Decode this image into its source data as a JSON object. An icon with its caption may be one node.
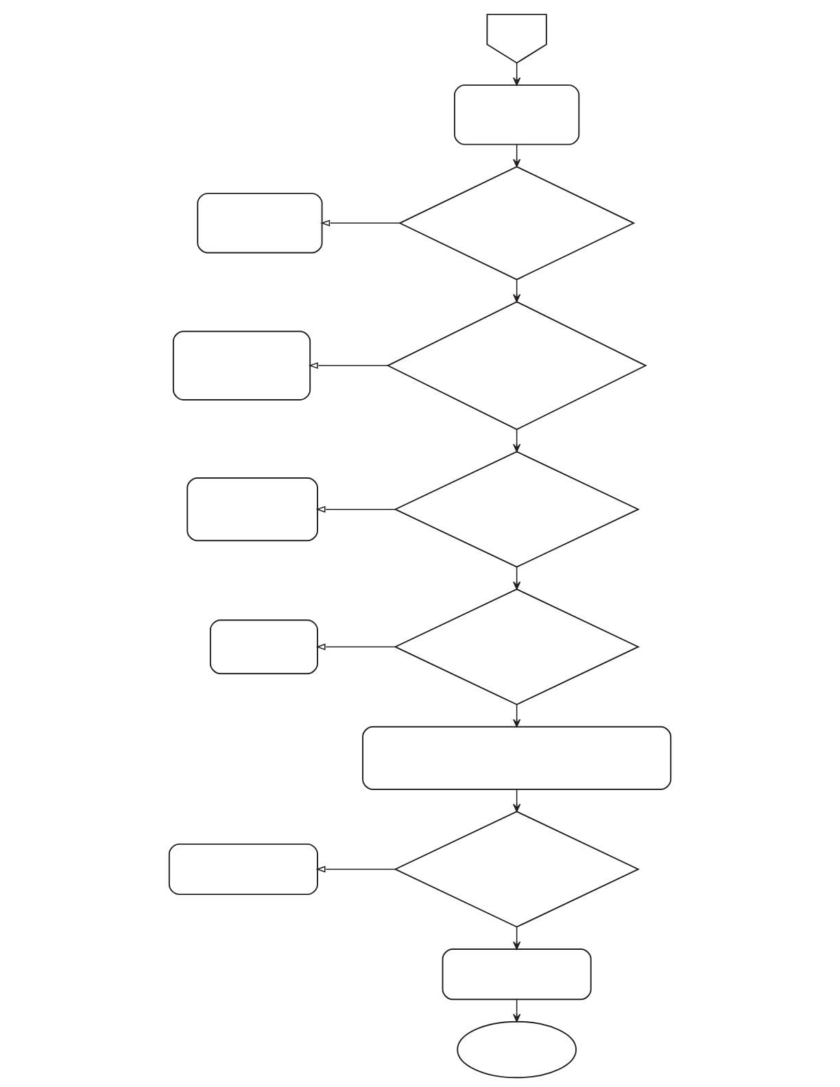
{
  "diagram": {
    "nodes": [
      {
        "text": [],
        "shape": "pentagon"
      },
      {
        "text": [],
        "shape": "box"
      },
      {
        "text": [],
        "shape": "diamond"
      },
      {
        "text": [],
        "shape": "box"
      },
      {
        "text": [],
        "shape": "diamond"
      },
      {
        "text": [],
        "shape": "box"
      },
      {
        "text": [],
        "shape": "diamond"
      },
      {
        "text": [],
        "shape": "box"
      },
      {
        "text": [],
        "shape": "diamond"
      },
      {
        "text": [],
        "shape": "box"
      },
      {
        "text": [],
        "shape": "box"
      },
      {
        "text": [],
        "shape": "diamond"
      },
      {
        "text": [],
        "shape": "box"
      },
      {
        "text": [],
        "shape": "box"
      },
      {
        "text": [],
        "shape": "oval"
      }
    ],
    "edges": [
      {
        "from": 0,
        "to": 1,
        "arrow": "to"
      },
      {
        "from": 1,
        "to": 2,
        "arrow": "to"
      },
      {
        "from": 2,
        "to": 3,
        "arrow": "to"
      },
      {
        "from": 2,
        "to": 4,
        "arrow": "to"
      },
      {
        "from": 4,
        "to": 5,
        "arrow": "to"
      },
      {
        "from": 4,
        "to": 6,
        "arrow": "to"
      },
      {
        "from": 6,
        "to": 7,
        "arrow": "to"
      },
      {
        "from": 6,
        "to": 8,
        "arrow": "to"
      },
      {
        "from": 8,
        "to": 9,
        "arrow": "to"
      },
      {
        "from": 8,
        "to": 10,
        "arrow": "to"
      },
      {
        "from": 10,
        "to": 11,
        "arrow": "to"
      },
      {
        "from": 11,
        "to": 12,
        "arrow": "to"
      },
      {
        "from": 11,
        "to": 13,
        "arrow": "to"
      },
      {
        "from": 13,
        "to": 14,
        "arrow": "to"
      }
    ]
  }
}
